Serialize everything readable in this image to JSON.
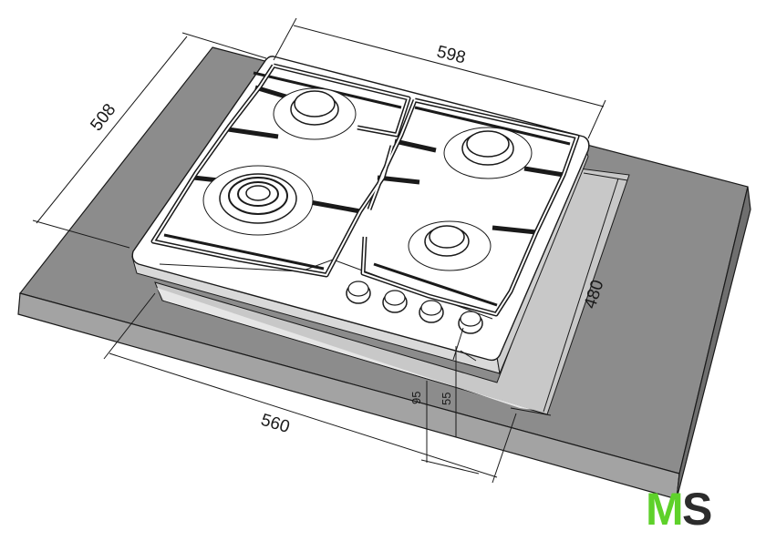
{
  "diagram": {
    "dimensions": {
      "width_top": "598",
      "depth_side": "508",
      "cutout_depth": "480",
      "cutout_width": "560",
      "offset_95": "95",
      "offset_55": "55"
    },
    "colors": {
      "countertop_top": "#8c8c8c",
      "countertop_front": "#9e9e9e",
      "countertop_side": "#7a7a7a",
      "cutout": "#c4c4c4",
      "hob_surface": "#ffffff",
      "line": "#1a1a1a",
      "logo_m": "#5ed12a",
      "logo_s": "#2c2c2c"
    },
    "burners": [
      "rear-left",
      "rear-right",
      "front-left-wok",
      "front-right"
    ],
    "knobs": 4
  },
  "logo": {
    "m": "M",
    "s": "S"
  }
}
